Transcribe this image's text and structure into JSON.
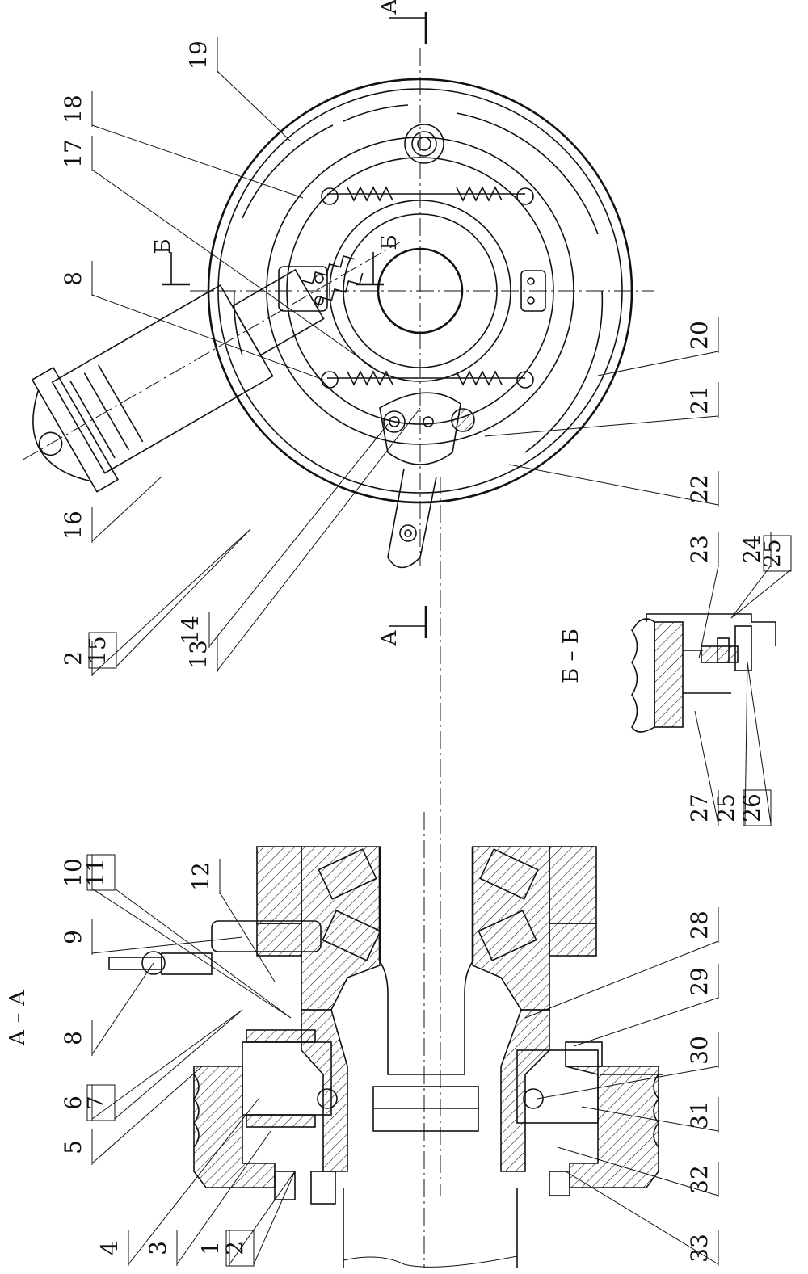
{
  "section_titles": {
    "aa": "А – А",
    "bb": "Б – Б"
  },
  "cut_markers": {
    "a": "А",
    "b": "Б"
  },
  "callouts": [
    {
      "id": "c18",
      "text": "18",
      "boxed": false
    },
    {
      "id": "c19",
      "text": "19",
      "boxed": false
    },
    {
      "id": "c17",
      "text": "17",
      "boxed": false
    },
    {
      "id": "c8a",
      "text": "8",
      "boxed": false
    },
    {
      "id": "c16",
      "text": "16",
      "boxed": false
    },
    {
      "id": "c2a",
      "text": "2",
      "boxed": false
    },
    {
      "id": "c15",
      "text": "15",
      "boxed": true
    },
    {
      "id": "c14",
      "text": "14",
      "boxed": false
    },
    {
      "id": "c13",
      "text": "13",
      "boxed": false
    },
    {
      "id": "c20",
      "text": "20",
      "boxed": false
    },
    {
      "id": "c21",
      "text": "21",
      "boxed": false
    },
    {
      "id": "c22",
      "text": "22",
      "boxed": false
    },
    {
      "id": "c23",
      "text": "23",
      "boxed": false
    },
    {
      "id": "c24",
      "text": "24",
      "boxed": false
    },
    {
      "id": "c25a",
      "text": "25",
      "boxed": true
    },
    {
      "id": "c27",
      "text": "27",
      "boxed": false
    },
    {
      "id": "c25b",
      "text": "25",
      "boxed": false
    },
    {
      "id": "c26",
      "text": "26",
      "boxed": true
    },
    {
      "id": "c10",
      "text": "10",
      "boxed": false
    },
    {
      "id": "c11",
      "text": "11",
      "boxed": true
    },
    {
      "id": "c9",
      "text": "9",
      "boxed": false
    },
    {
      "id": "c12",
      "text": "12",
      "boxed": false
    },
    {
      "id": "c8b",
      "text": "8",
      "boxed": false
    },
    {
      "id": "c6",
      "text": "6",
      "boxed": false
    },
    {
      "id": "c7",
      "text": "7",
      "boxed": true
    },
    {
      "id": "c5",
      "text": "5",
      "boxed": false
    },
    {
      "id": "c4",
      "text": "4",
      "boxed": false
    },
    {
      "id": "c3",
      "text": "3",
      "boxed": false
    },
    {
      "id": "c1",
      "text": "1",
      "boxed": false
    },
    {
      "id": "c2b",
      "text": "2",
      "boxed": true
    },
    {
      "id": "c28",
      "text": "28",
      "boxed": false
    },
    {
      "id": "c29",
      "text": "29",
      "boxed": false
    },
    {
      "id": "c30",
      "text": "30",
      "boxed": false
    },
    {
      "id": "c31",
      "text": "31",
      "boxed": false
    },
    {
      "id": "c32",
      "text": "32",
      "boxed": false
    },
    {
      "id": "c33",
      "text": "33",
      "boxed": false
    }
  ]
}
